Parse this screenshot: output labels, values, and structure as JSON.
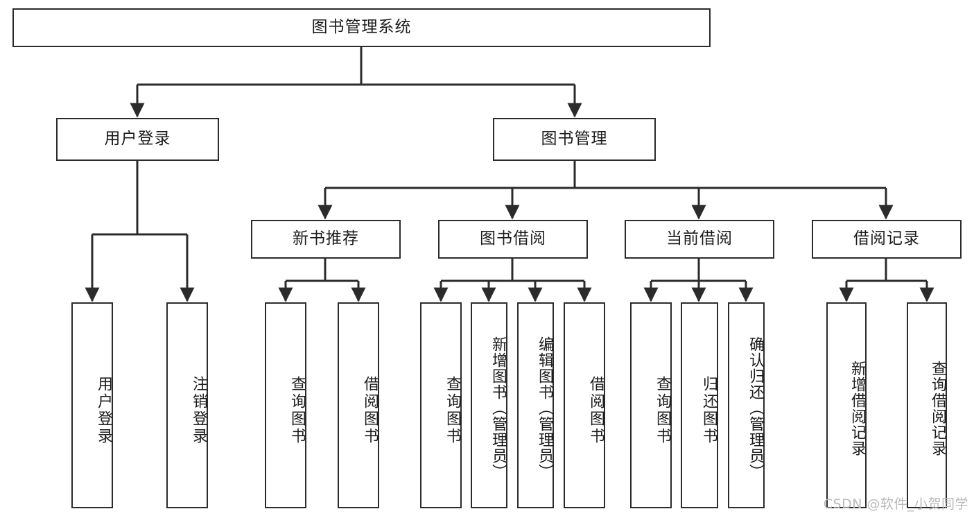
{
  "diagram": {
    "title_node": {
      "id": "root",
      "label": "图书管理系统"
    },
    "level2": [
      {
        "id": "user-login",
        "label": "用户登录"
      },
      {
        "id": "book-management",
        "label": "图书管理"
      }
    ],
    "level3": [
      {
        "id": "new-book-recommend",
        "label": "新书推荐"
      },
      {
        "id": "book-borrow",
        "label": "图书借阅"
      },
      {
        "id": "current-borrow",
        "label": "当前借阅"
      },
      {
        "id": "borrow-record",
        "label": "借阅记录"
      }
    ],
    "leaves": [
      {
        "id": "leaf-user-login",
        "label": "用户登录"
      },
      {
        "id": "leaf-logout-login",
        "label": "注销登录"
      },
      {
        "id": "leaf-query-book-1",
        "label": "查询图书"
      },
      {
        "id": "leaf-borrow-book-1",
        "label": "借阅图书"
      },
      {
        "id": "leaf-query-book-2",
        "label": "查询图书"
      },
      {
        "id": "leaf-add-book-admin",
        "label": "新增图书（管理员）"
      },
      {
        "id": "leaf-edit-book-admin",
        "label": "编辑图书（管理员）"
      },
      {
        "id": "leaf-borrow-book-2",
        "label": "借阅图书"
      },
      {
        "id": "leaf-query-book-3",
        "label": "查询图书"
      },
      {
        "id": "leaf-return-book",
        "label": "归还图书"
      },
      {
        "id": "leaf-confirm-return-admin",
        "label": "确认归还（管理员）"
      },
      {
        "id": "leaf-add-borrow-record",
        "label": "新增借阅记录"
      },
      {
        "id": "leaf-query-borrow-record",
        "label": "查询借阅记录"
      }
    ]
  },
  "watermark": {
    "text": "CSDN @软件_小贺同学"
  },
  "colors": {
    "node_border": "#2b2b2b",
    "node_fill": "#ffffff",
    "edge": "#2b2b2b",
    "text": "#1c1c1c",
    "watermark": "#b9b9b9",
    "background": "#ffffff"
  }
}
